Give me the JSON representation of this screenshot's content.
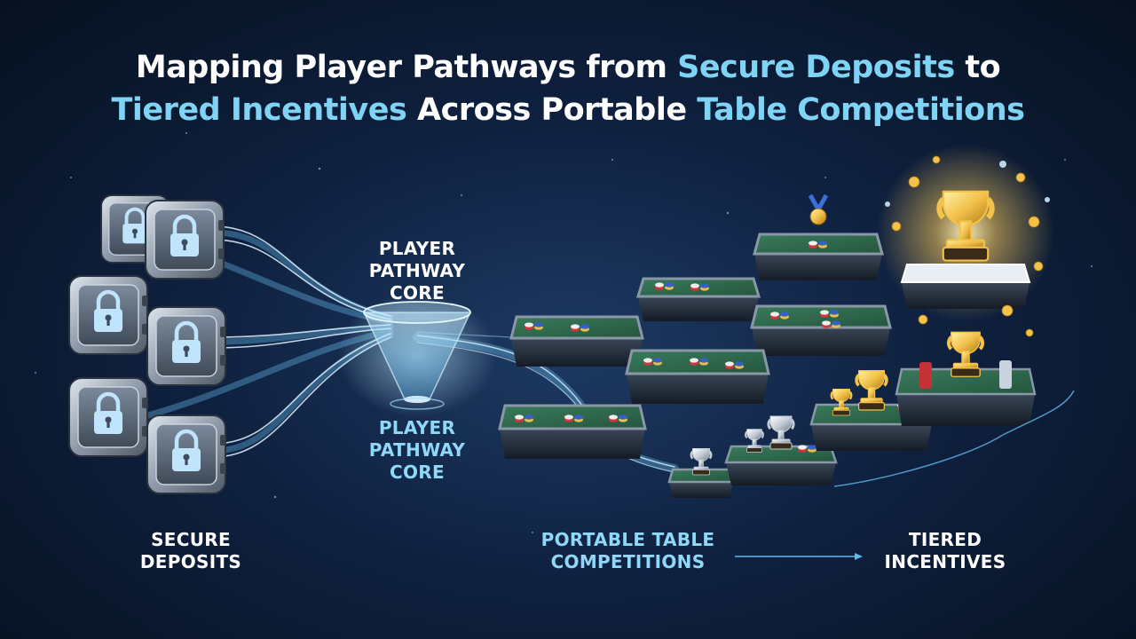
{
  "title": {
    "line1_a": "Mapping Player Pathways from ",
    "line1_b": "Secure Deposits",
    "line1_c": " to",
    "line2_a": "Tiered Incentives",
    "line2_b": " Across Portable ",
    "line2_c": "Table Competitions"
  },
  "labels": {
    "core_top_1": "PLAYER",
    "core_top_2": "PATHWAY",
    "core_top_3": "CORE",
    "core_bottom_1": "PLAYER",
    "core_bottom_2": "PATHWAY",
    "core_bottom_3": "CORE",
    "deposits_1": "SECURE",
    "deposits_2": "DEPOSITS",
    "competitions_1": "PORTABLE TABLE",
    "competitions_2": "COMPETITIONS",
    "incentives_1": "TIERED",
    "incentives_2": "INCENTIVES"
  },
  "colors": {
    "accent": "#7fd3f5",
    "table_felt": "#2f6a4f",
    "gold": "#f2c24a",
    "background": "#0f2140"
  },
  "icons": {
    "vault": "padlock-safe-icon",
    "core": "funnel-icon",
    "trophy": "trophy-icon",
    "medal": "medal-icon",
    "chips": "poker-chip-stack-icon"
  }
}
